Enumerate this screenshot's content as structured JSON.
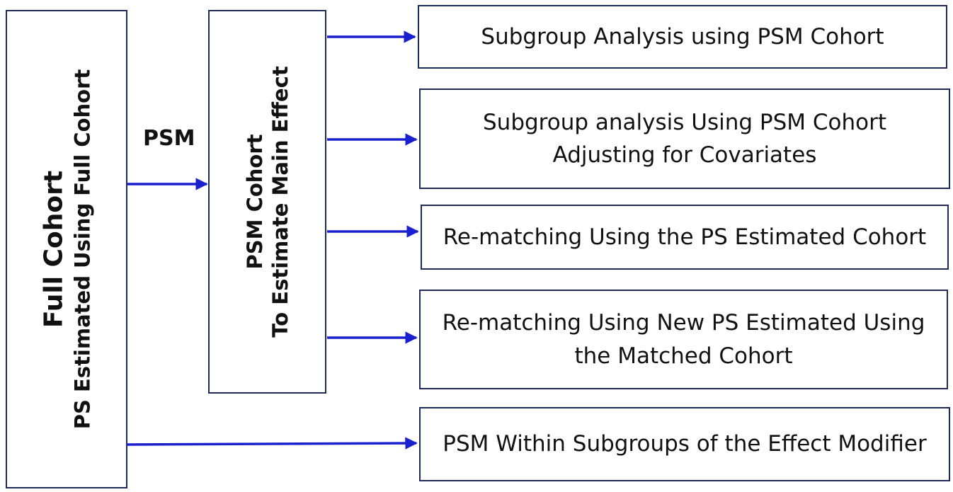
{
  "full_cohort": {
    "title": "Full Cohort",
    "subtitle": "PS Estimated Using Full Cohort"
  },
  "psm_label": "PSM",
  "psm_cohort": {
    "title": "PSM Cohort",
    "subtitle": "To Estimate Main Effect"
  },
  "outcomes": [
    {
      "line1": "Subgroup Analysis using PSM Cohort",
      "line2": ""
    },
    {
      "line1": "Subgroup analysis Using PSM Cohort",
      "line2": "Adjusting for Covariates"
    },
    {
      "line1": "Re-matching Using the PS Estimated Cohort",
      "line2": ""
    },
    {
      "line1": "Re-matching Using New PS Estimated Using",
      "line2": "the Matched Cohort"
    },
    {
      "line1": "PSM Within Subgroups of the Effect Modifier",
      "line2": ""
    }
  ],
  "colors": {
    "arrow": "#1a1fd0",
    "border": "#1f2a5a"
  }
}
